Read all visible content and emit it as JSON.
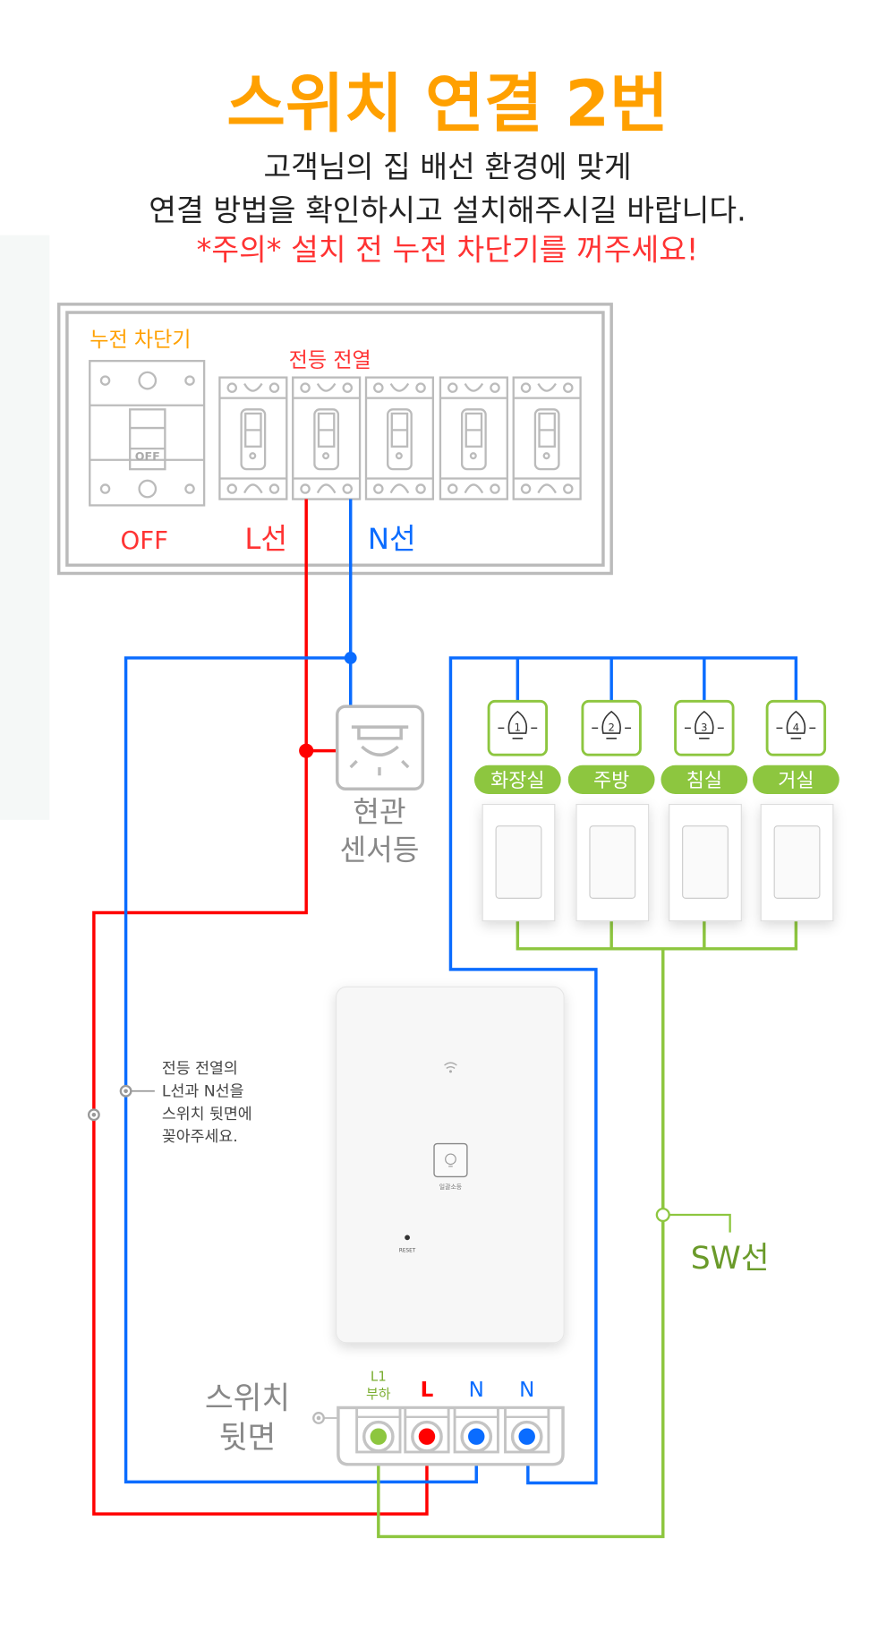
{
  "title": "스위치 연결 2번",
  "subtitle_lines": [
    "고객님의 집 배선 환경에 맞게",
    "연결 방법을 확인하시고 설치해주시길 바랍니다."
  ],
  "warning": "*주의* 설치 전 누전 차단기를 꺼주세요!",
  "panel": {
    "main_breaker_label": "누전 차단기",
    "main_breaker_switch_text": "OFF",
    "main_breaker_state": "OFF",
    "branch_label": "전등 전열",
    "l_wire_label": "L선",
    "n_wire_label": "N선"
  },
  "sensor": {
    "line1": "현관",
    "line2": "센서등"
  },
  "lamps": [
    {
      "number": "1",
      "room": "화장실"
    },
    {
      "number": "2",
      "room": "주방"
    },
    {
      "number": "3",
      "room": "침실"
    },
    {
      "number": "4",
      "room": "거실"
    }
  ],
  "device": {
    "button_label": "일괄소등",
    "reset_label": "RESET"
  },
  "note_lines": [
    "전등 전열의",
    "L선과 N선을",
    "스위치 뒷면에",
    "꽂아주세요."
  ],
  "sw_label": "SW선",
  "back": {
    "label_line1": "스위치",
    "label_line2": "뒷면",
    "terminals": [
      {
        "top": "L1",
        "bottom": "부하"
      },
      {
        "top": "L"
      },
      {
        "top": "N"
      },
      {
        "top": "N"
      }
    ]
  },
  "colors": {
    "title": "#FFA000",
    "warning": "#FF3333",
    "l_wire": "#FF0000",
    "n_wire": "#0A6CFF",
    "sw_wire": "#8DC63F",
    "outline": "#BBBBBB"
  }
}
